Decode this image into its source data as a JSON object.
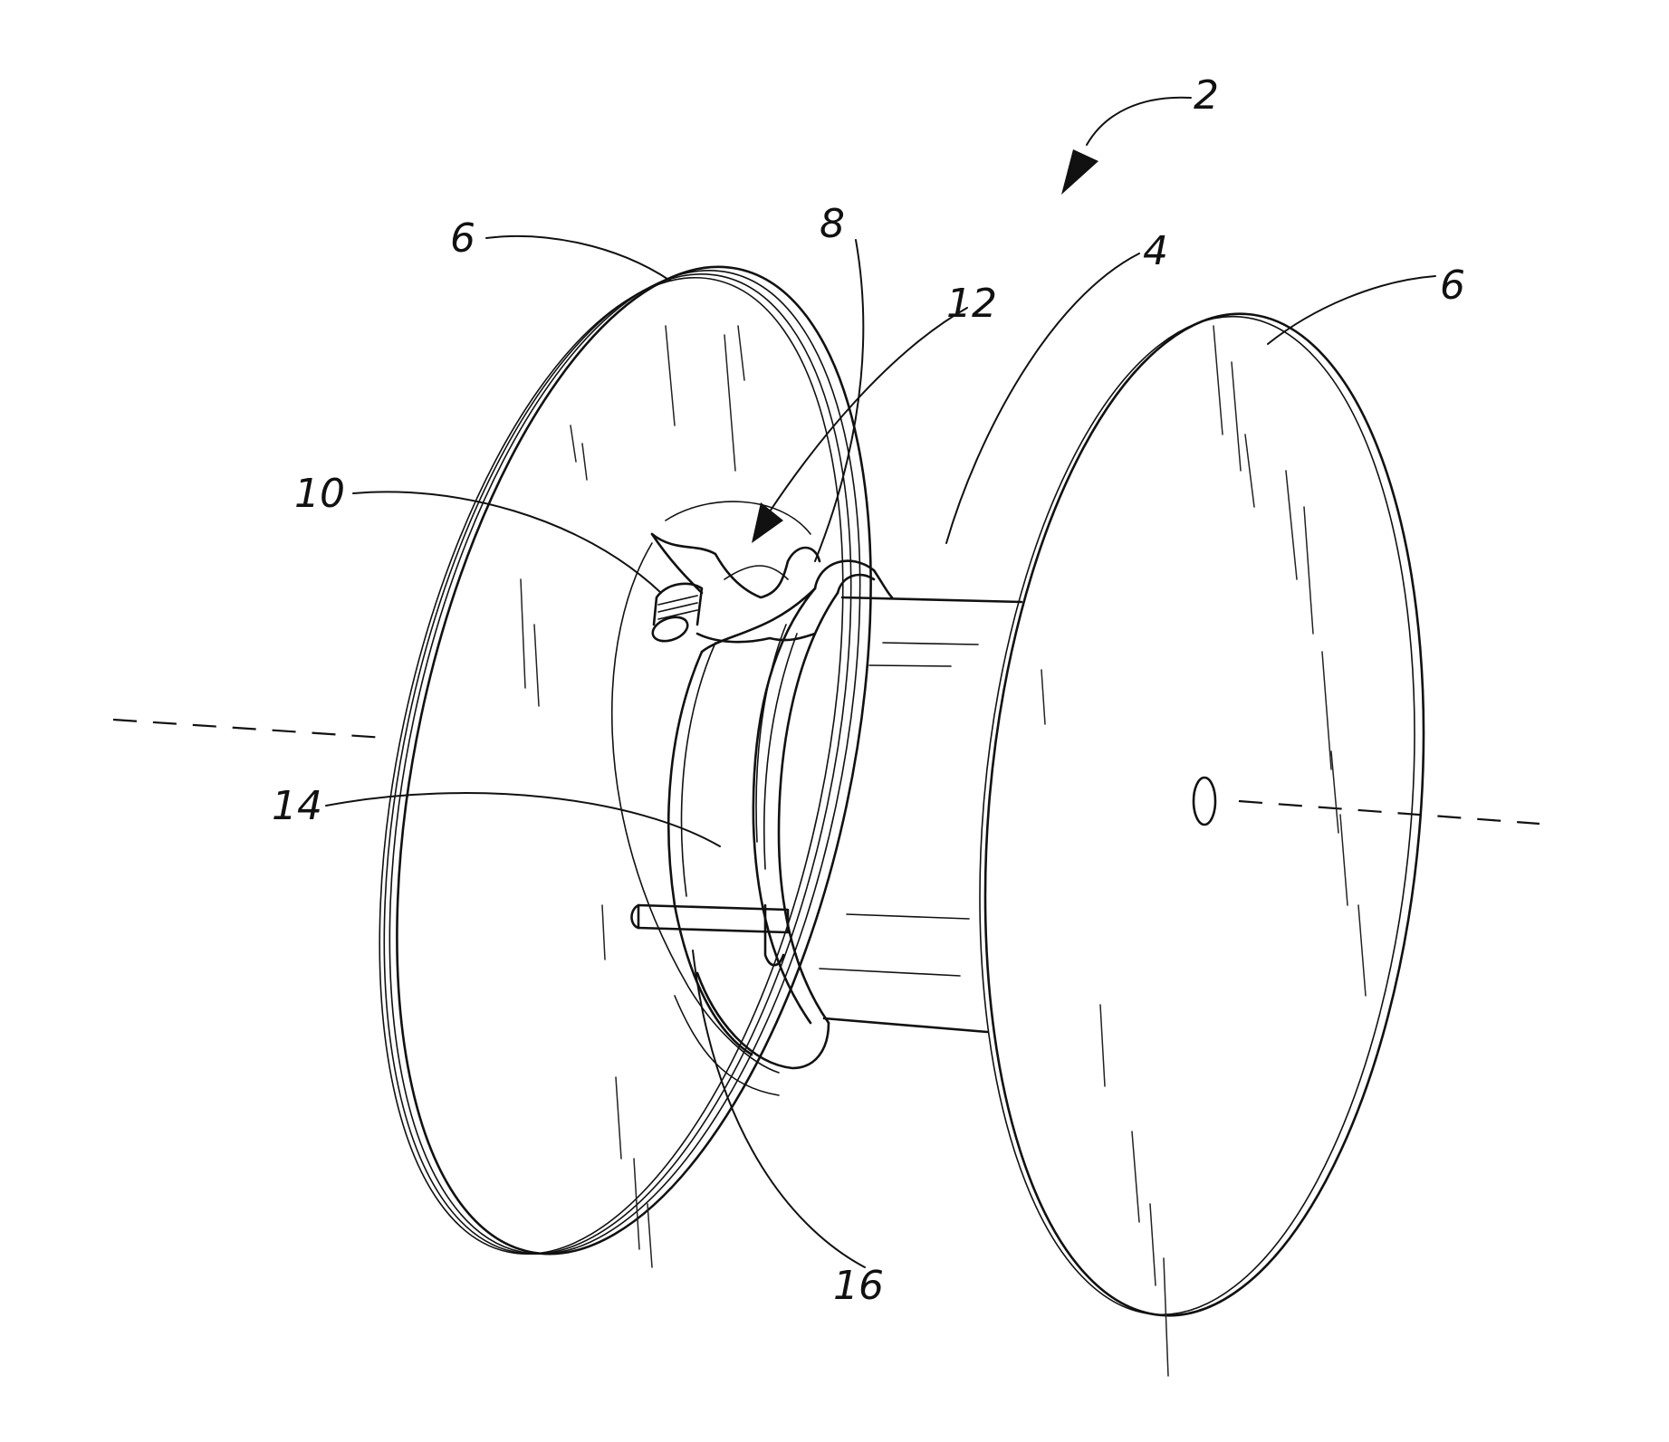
{
  "figure": {
    "references": [
      {
        "id": "ref-2",
        "label": "2"
      },
      {
        "id": "ref-4",
        "label": "4"
      },
      {
        "id": "ref-6a",
        "label": "6"
      },
      {
        "id": "ref-6b",
        "label": "6"
      },
      {
        "id": "ref-8",
        "label": "8"
      },
      {
        "id": "ref-10",
        "label": "10"
      },
      {
        "id": "ref-12",
        "label": "12"
      },
      {
        "id": "ref-14",
        "label": "14"
      },
      {
        "id": "ref-16",
        "label": "16"
      }
    ]
  }
}
